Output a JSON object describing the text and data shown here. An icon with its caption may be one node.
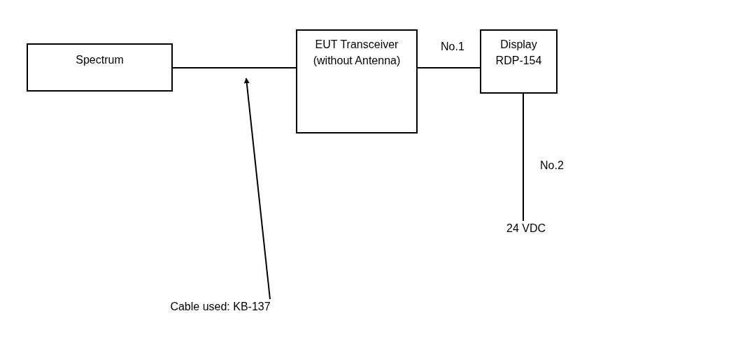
{
  "diagram": {
    "nodes": [
      {
        "text": [
          "Spectrum"
        ]
      },
      {
        "text": [
          "EUT Transceiver (without Antenna)"
        ]
      },
      {
        "text": [
          "Display RDP-154"
        ]
      },
      {
        "text": [
          "24 VDC"
        ]
      },
      {
        "text": [
          "Cable used: KB-137"
        ]
      }
    ],
    "edges": [
      {
        "from": 0,
        "to": 1,
        "arrow": "none"
      },
      {
        "from": 1,
        "to": 2,
        "arrow": "none",
        "label": "No.1"
      },
      {
        "from": 2,
        "to": 3,
        "arrow": "none",
        "label": "No.2"
      },
      {
        "from": 4,
        "to": null,
        "arrow": "to"
      }
    ]
  }
}
